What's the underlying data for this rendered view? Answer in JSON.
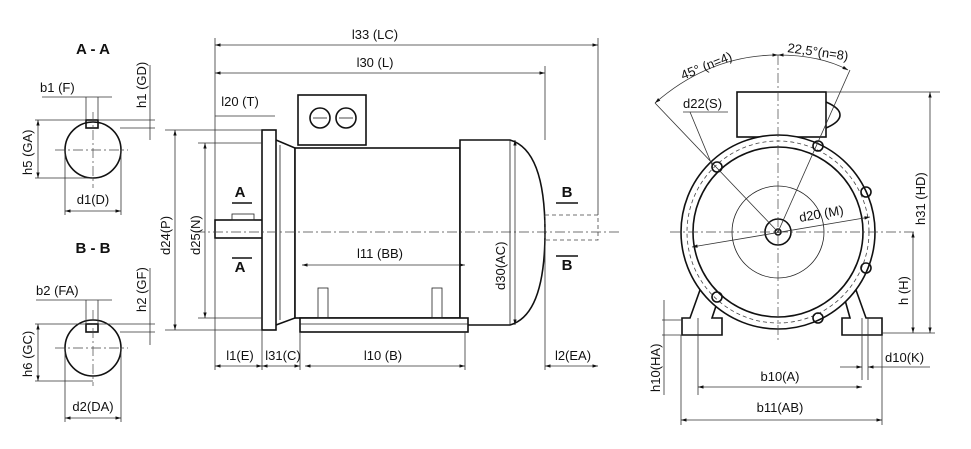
{
  "sections": {
    "aa": {
      "title": "A - A",
      "b": "b1 (F)",
      "h": "h1 (GD)",
      "hg": "h5 (GA)",
      "d": "d1(D)"
    },
    "bb": {
      "title": "B - B",
      "b": "b2 (FA)",
      "h": "h2 (GF)",
      "hg": "h6 (GC)",
      "d": "d2(DA)"
    }
  },
  "side_view": {
    "l33": "l33 (LC)",
    "l30": "l30 (L)",
    "l20": "l20 (T)",
    "d24": "d24(P)",
    "d25": "d25(N)",
    "l11": "l11 (BB)",
    "d30": "d30(AC)",
    "l1": "l1(E)",
    "l31": "l31(C)",
    "l10": "l10 (B)",
    "l2": "l2(EA)",
    "cut_a": "A",
    "cut_b": "B"
  },
  "front_view": {
    "angle45": "45° (n=4)",
    "angle22": "22,5°(n=8)",
    "d22": "d22(S)",
    "d20": "d20 (M)",
    "h31": "h31 (HD)",
    "h": "h (H)",
    "h10": "h10(HA)",
    "d10": "d10(K)",
    "b10": "b10(A)",
    "b11": "b11(AB)"
  }
}
